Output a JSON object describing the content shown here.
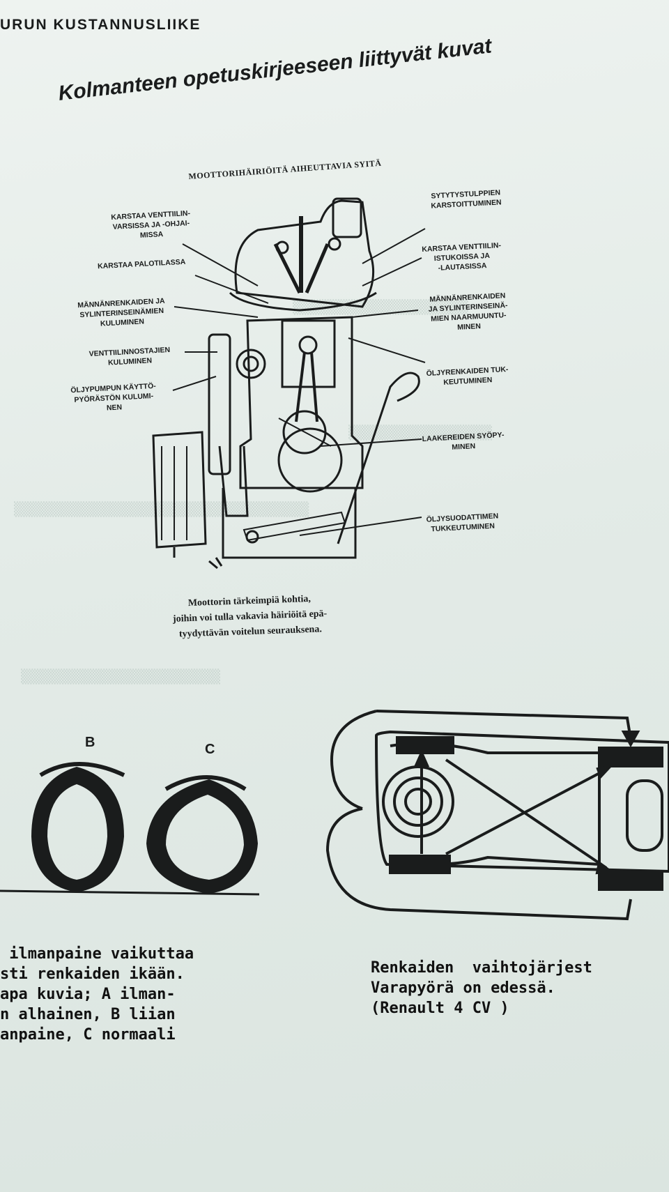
{
  "header": {
    "publisher": "URUN KUSTANNUSLIIKE",
    "title": "Kolmanteen opetuskirjeeseen liittyvät kuvat"
  },
  "engine_diagram": {
    "heading": "MOOTTORIHÄIRIÖITÄ AIHEUTTAVIA SYITÄ",
    "labels_left": [
      "KARSTAA VENTTIILIN-\nVARSISSA JA -OHJAI-\nMISSA",
      "KARSTAA PALOTILASSA",
      "MÄNNÄNRENKAIDEN JA\nSYLINTERINSEINÄMIEN\nKULUMINEN",
      "VENTTIILINNOSTAJIEN\nKULUMINEN",
      "ÖLJYPUMPUN KÄYTTÖ-\nPYÖRÄSTÖN KULUMI-\nNEN"
    ],
    "labels_right": [
      "SYTYTYSTULPPIEN\nKARSTOITTUMINEN",
      "KARSTAA VENTTIILIN-\nISTUKOISSA JA\n-LAUTASISSA",
      "MÄNNÄNRENKAIDEN\nJA SYLINTERINSEINÄ-\nMIEN NAARMUUNTU-\nMINEN",
      "ÖLJYRENKAIDEN TUK-\nKEUTUMINEN",
      "LAAKEREIDEN SYÖPY-\nMINEN",
      "ÖLJYSUODATTIMEN\nTUKKEUTUMINEN"
    ],
    "caption": "Moottorin tärkeimpiä kohtia,\njoihin voi tulla vakavia häiriöitä epä-\ntyydyttävän voitelun seurauksena."
  },
  "tire_figure": {
    "label_b": "B",
    "label_c": "C",
    "caption": " ilmanpaine vaikuttaa\nsti renkaiden ikään.\napa kuvia; A ilman-\nn alhainen, B liian\nanpaine, C normaali"
  },
  "car_figure": {
    "caption": "Renkaiden  vaihtojärjest\nVarapyörä on edessä.\n(Renault 4 CV )"
  },
  "colors": {
    "paper": "#e6ede9",
    "ink": "#1a1c1c"
  }
}
